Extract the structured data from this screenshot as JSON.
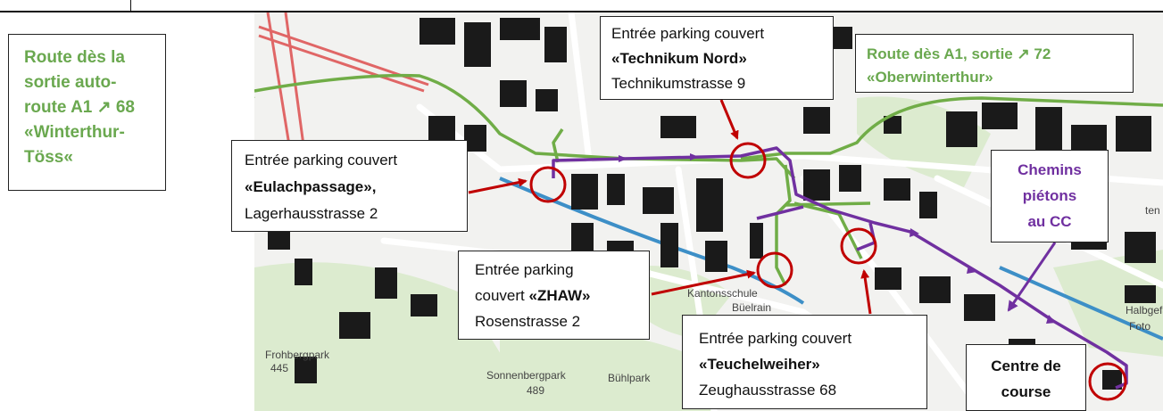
{
  "colors": {
    "car_route": "#70ad47",
    "walking_path": "#7030a0",
    "parking_marker": "#c00000",
    "railway": "#e06666",
    "stream": "#3d8fc7",
    "buildings": "#1a1a1a",
    "green_areas": "#dcebcf"
  },
  "route_a1_68": {
    "lines": [
      "Route dès la",
      "sortie auto-",
      "route A1 ↗ 68",
      "«Winterthur-",
      "Töss«"
    ]
  },
  "route_a1_72": {
    "line1": "Route dès A1, sortie ↗ 72",
    "line2": "«Oberwinterthur»"
  },
  "parkings": {
    "technikum": {
      "prefix": "Entrée parking couvert",
      "name": "«Technikum Nord»",
      "address": "Technikumstrasse 9"
    },
    "eulach": {
      "prefix": "Entrée parking couvert",
      "name": "«Eulachpassage»,",
      "address": "Lagerhausstrasse 2"
    },
    "zhaw": {
      "prefix1": "Entrée parking",
      "prefix2": "couvert ",
      "name": "«ZHAW»",
      "address": "Rosenstrasse 2"
    },
    "teuchel": {
      "prefix": "Entrée parking couvert",
      "name": "«Teuchelweiher»",
      "address": "Zeughausstrasse 68"
    }
  },
  "walking": {
    "lines": [
      "Chemins",
      "piétons",
      "au CC"
    ]
  },
  "centre": {
    "line1": "Centre de",
    "line2": "course"
  },
  "map_labels": {
    "kantonsschule": "Kantonsschule",
    "buelrain": "Büelrain",
    "frohbergpark": "Frohbergpark",
    "frohberg_alt": "445",
    "sonnenbergpark": "Sonnenbergpark",
    "sonnenberg_alt": "489",
    "buehlpark": "Bühlpark",
    "halbgefa": "Halbgefa",
    "foto": "Foto",
    "ten": "ten"
  },
  "icons": [
    "arrow-up-right-icon"
  ]
}
